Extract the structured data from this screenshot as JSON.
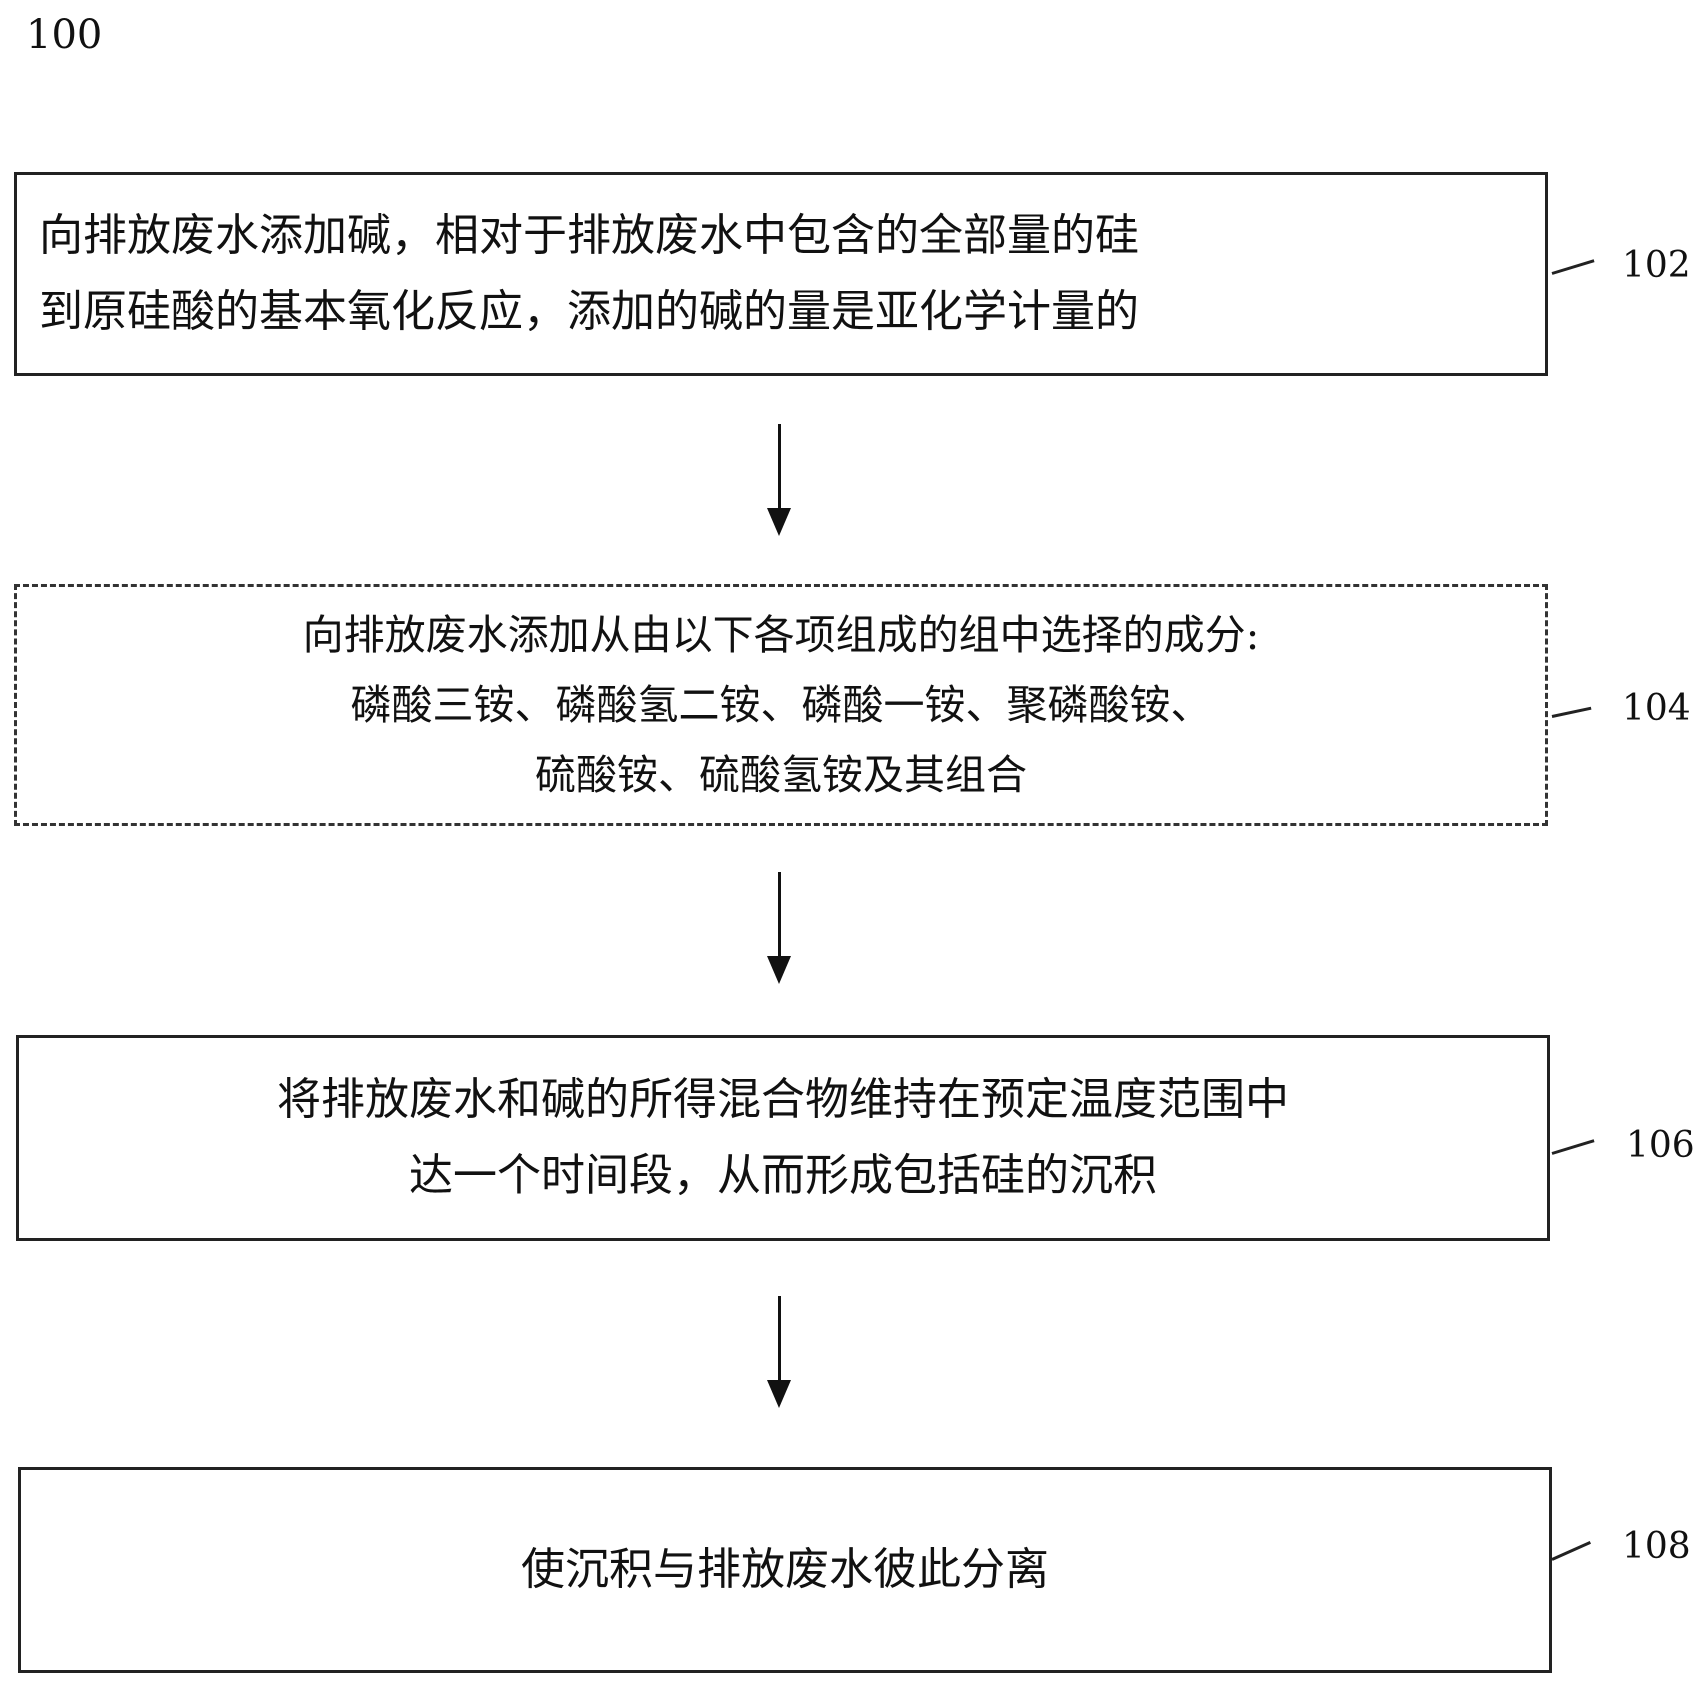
{
  "figure": {
    "number": "100"
  },
  "steps": [
    {
      "ref": "102",
      "lines": [
        "向排放废水添加碱，相对于排放废水中包含的全部量的硅",
        "到原硅酸的基本氧化反应，添加的碱的量是亚化学计量的"
      ]
    },
    {
      "ref": "104",
      "lines": [
        "向排放废水添加从由以下各项组成的组中选择的成分:",
        "磷酸三铵、磷酸氢二铵、磷酸一铵、聚磷酸铵、",
        "硫酸铵、硫酸氢铵及其组合"
      ],
      "optional": true
    },
    {
      "ref": "106",
      "lines": [
        "将排放废水和碱的所得混合物维持在预定温度范围中",
        "达一个时间段，从而形成包括硅的沉积"
      ]
    },
    {
      "ref": "108",
      "lines": [
        "使沉积与排放废水彼此分离"
      ]
    }
  ]
}
